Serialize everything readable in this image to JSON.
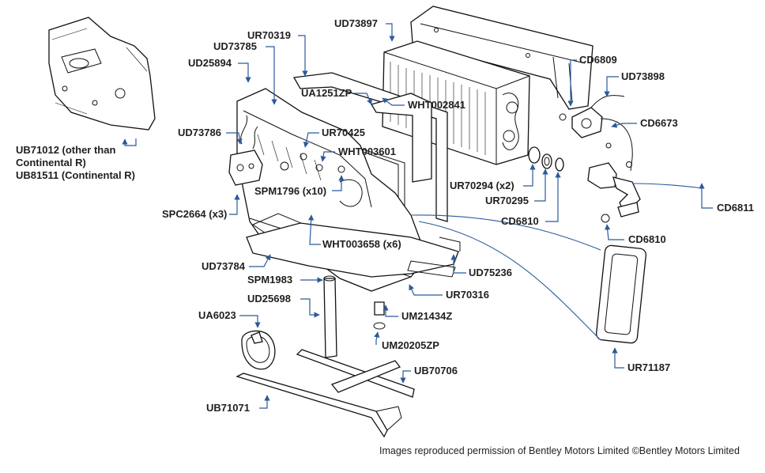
{
  "colors": {
    "leader": "#2b5a9b",
    "line_art": "#111111",
    "text": "#1f1f1f"
  },
  "labels": {
    "UD73897": "UD73897",
    "UR70319": "UR70319",
    "UD73785": "UD73785",
    "UD25894": "UD25894",
    "CD6809": "CD6809",
    "UD73898": "UD73898",
    "UA1251ZP": "UA1251ZP",
    "WHT002841": "WHT002841",
    "CD6673": "CD6673",
    "UD73786": "UD73786",
    "UR70425": "UR70425",
    "WHT003601": "WHT003601",
    "UB71012_line1": "UB71012 (other than",
    "UB71012_line2": "Continental R)",
    "UB81511": "UB81511 (Continental R)",
    "SPM1796": "SPM1796 (x10)",
    "UR70294": "UR70294 (x2)",
    "UR70295": "UR70295",
    "CD6811": "CD6811",
    "SPC2664": "SPC2664 (x3)",
    "CD6810_a": "CD6810",
    "CD6810_b": "CD6810",
    "WHT003658": "WHT003658 (x6)",
    "UD73784": "UD73784",
    "UD75236": "UD75236",
    "SPM1983": "SPM1983",
    "UR70316": "UR70316",
    "UD25698": "UD25698",
    "UM21434Z": "UM21434Z",
    "UA6023": "UA6023",
    "UM20205ZP": "UM20205ZP",
    "UR71187": "UR71187",
    "UB70706": "UB70706",
    "UB71071": "UB71071"
  },
  "credit": "Images reproduced permission of Bentley Motors Limited ©Bentley Motors Limited"
}
